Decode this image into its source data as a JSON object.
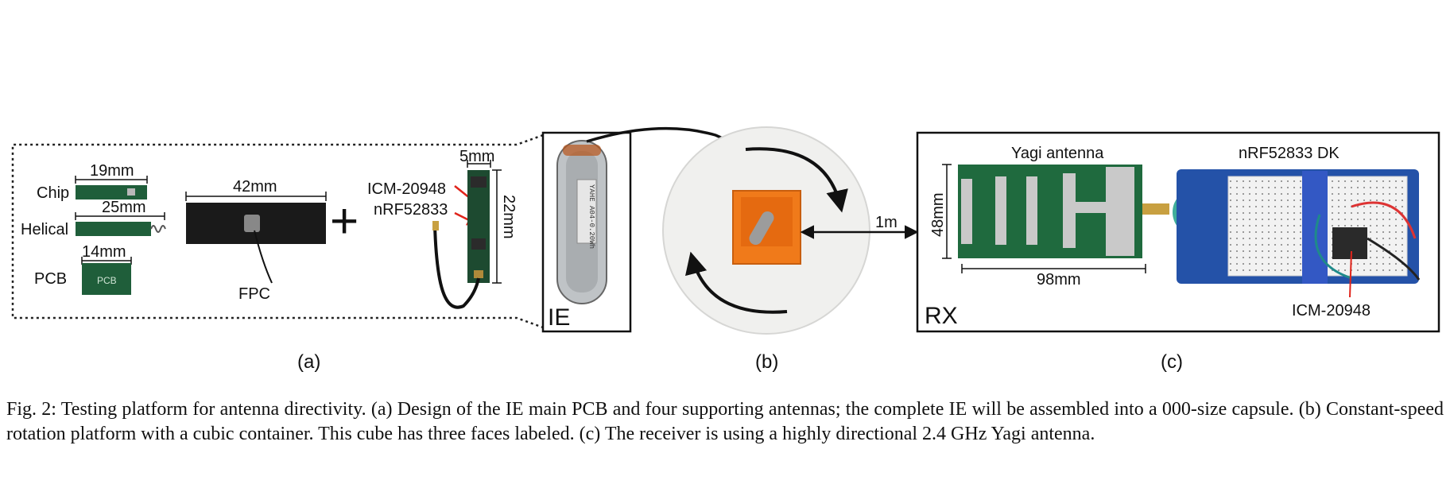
{
  "panel_a": {
    "chip_label": "Chip",
    "chip_dim": "19mm",
    "helical_label": "Helical",
    "helical_dim": "25mm",
    "pcb_label": "PCB",
    "pcb_dim": "14mm",
    "fpc_dim": "42mm",
    "fpc_label": "FPC",
    "plus_sign": "+",
    "imu_label": "ICM-20948",
    "mcu_label": "nRF52833",
    "width_dim": "5mm",
    "length_dim": "22mm",
    "sub_label": "(a)"
  },
  "panel_ie": {
    "label": "IE",
    "capsule_text": "YAHE A04-0.20Wh"
  },
  "panel_b": {
    "distance_label": "1m",
    "sub_label": "(b)"
  },
  "panel_c": {
    "antenna_label": "Yagi antenna",
    "dk_label": "nRF52833 DK",
    "height_dim": "48mm",
    "width_dim": "98mm",
    "rx_label": "RX",
    "imu_label": "ICM-20948",
    "sub_label": "(c)"
  },
  "caption": {
    "text": "Fig. 2: Testing platform for antenna directivity. (a) Design of the IE main PCB and four supporting antennas; the complete IE will be assembled into a 000-size capsule. (b) Constant-speed rotation platform with a cubic container. This cube has three faces labeled. (c) The receiver is using a highly directional 2.4 GHz Yagi antenna."
  },
  "colors": {
    "pcb_green": "#1f5e3a",
    "orange_cube": "#f07a1a",
    "blue_board": "#2452a8",
    "red_arrow": "#e0241b"
  }
}
